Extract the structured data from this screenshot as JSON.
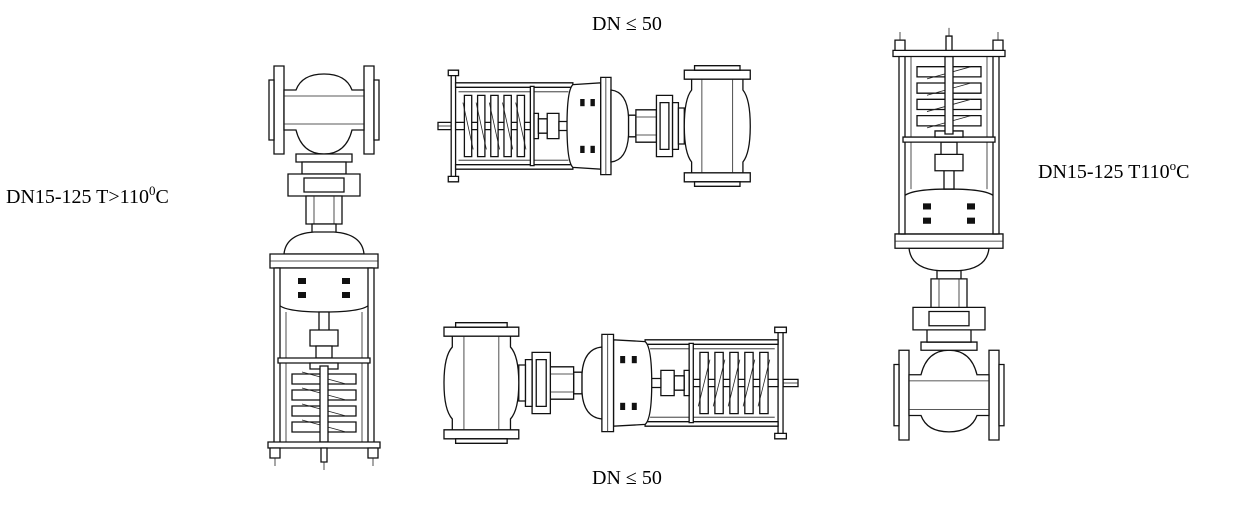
{
  "labels": {
    "top": "DN ≤ 50",
    "bottom": "DN ≤ 50",
    "left_main": "DN15-125 T>110",
    "left_sup": "0",
    "left_unit": "C",
    "right_main": "DN15-125 T110",
    "right_sup": "o",
    "right_unit": "C"
  }
}
